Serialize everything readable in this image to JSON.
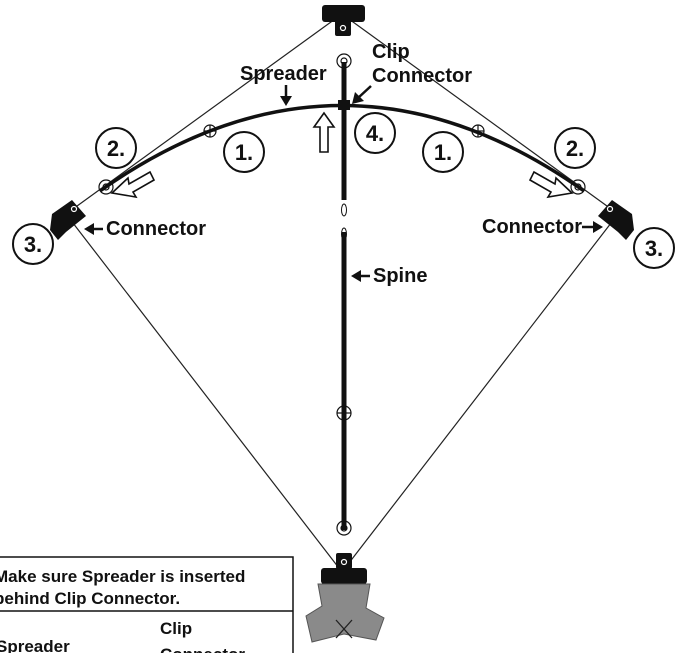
{
  "labels": {
    "spreader": "Spreader",
    "clip_line1": "Clip",
    "clip_line2": "Connector",
    "connector_left": "Connector",
    "connector_right": "Connector",
    "spine": "Spine"
  },
  "steps": {
    "one_left": "1.",
    "one_right": "1.",
    "two_left": "2.",
    "two_right": "2.",
    "three_left": "3.",
    "three_right": "3.",
    "four": "4."
  },
  "note": {
    "line1": "Make sure Spreader is inserted",
    "line2": "behind Clip Connector.",
    "detail_spreader": "Spreader",
    "detail_clip": "Clip",
    "detail_connector": "Connector"
  }
}
